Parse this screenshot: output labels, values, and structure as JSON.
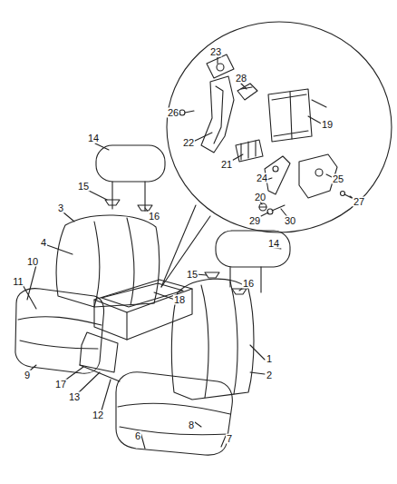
{
  "diagram": {
    "labels": [
      "23",
      "28",
      "26",
      "19",
      "22",
      "21",
      "24",
      "25",
      "27",
      "20",
      "29",
      "30",
      "14",
      "15",
      "16",
      "3",
      "4",
      "10",
      "11",
      "9",
      "17",
      "13",
      "12",
      "6",
      "8",
      "7",
      "2",
      "1",
      "18",
      "14",
      "15",
      "16"
    ]
  }
}
